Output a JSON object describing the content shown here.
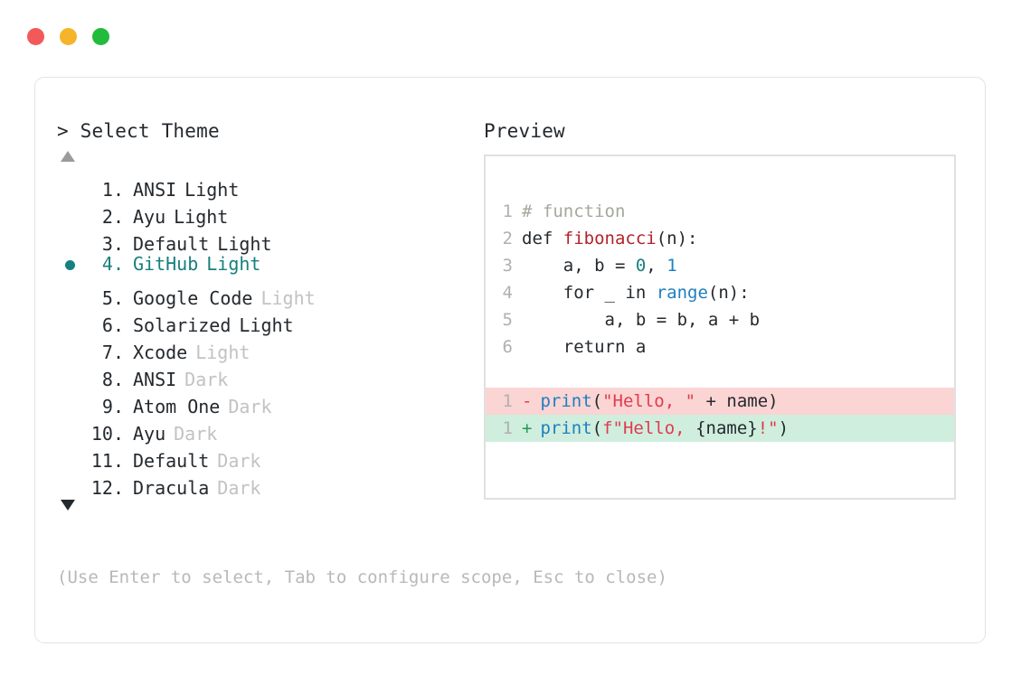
{
  "window": {
    "dots": [
      {
        "name": "close",
        "color": "#f25a5a"
      },
      {
        "name": "minimize",
        "color": "#f5b52a"
      },
      {
        "name": "maximize",
        "color": "#22bb3c"
      }
    ]
  },
  "prompt": {
    "title": "> Select Theme",
    "preview_label": "Preview",
    "scroll_up_icon": "triangle-up",
    "scroll_down_icon": "triangle-down",
    "selected_index": 4,
    "accent_color": "#16807e",
    "footer_hint": "(Use Enter to select, Tab to configure scope, Esc to close)"
  },
  "themes": [
    {
      "index": "1.",
      "name": "ANSI",
      "variant": "Light",
      "dimmed": false,
      "selected": false
    },
    {
      "index": "2.",
      "name": "Ayu",
      "variant": "Light",
      "dimmed": false,
      "selected": false
    },
    {
      "index": "3.",
      "name": "Default",
      "variant": "Light",
      "dimmed": false,
      "selected": false
    },
    {
      "index": "4.",
      "name": "GitHub",
      "variant": "Light",
      "dimmed": false,
      "selected": true
    },
    {
      "index": "5.",
      "name": "Google Code",
      "variant": "Light",
      "dimmed": true,
      "selected": false
    },
    {
      "index": "6.",
      "name": "Solarized",
      "variant": "Light",
      "dimmed": false,
      "selected": false
    },
    {
      "index": "7.",
      "name": "Xcode",
      "variant": "Light",
      "dimmed": true,
      "selected": false
    },
    {
      "index": "8.",
      "name": "ANSI",
      "variant": "Dark",
      "dimmed": true,
      "selected": false
    },
    {
      "index": "9.",
      "name": "Atom One",
      "variant": "Dark",
      "dimmed": true,
      "selected": false
    },
    {
      "index": "10.",
      "name": "Ayu",
      "variant": "Dark",
      "dimmed": true,
      "selected": false
    },
    {
      "index": "11.",
      "name": "Default",
      "variant": "Dark",
      "dimmed": true,
      "selected": false
    },
    {
      "index": "12.",
      "name": "Dracula",
      "variant": "Dark",
      "dimmed": true,
      "selected": false
    }
  ],
  "code": {
    "lines": [
      {
        "no": "1",
        "text": "# function"
      },
      {
        "no": "2",
        "text": "def fibonacci(n):"
      },
      {
        "no": "3",
        "text": "    a, b = 0, 1"
      },
      {
        "no": "4",
        "text": "    for _ in range(n):"
      },
      {
        "no": "5",
        "text": "        a, b = b, a + b"
      },
      {
        "no": "6",
        "text": "    return a"
      }
    ],
    "tokens": {
      "comment": "# function",
      "kw_def": "def ",
      "fn_name": "fibonacci",
      "fn_args": "(n):",
      "l3_pre": "    a, b = ",
      "l3_zero": "0",
      "l3_mid": ", ",
      "l3_one": "1",
      "l4_pre": "    for _ in ",
      "l4_builtin": "range",
      "l4_post": "(n):",
      "l5": "        a, b = b, a + b",
      "l6": "    return a"
    },
    "diff": [
      {
        "no": "1",
        "marker": "-",
        "kind": "del",
        "parts": [
          {
            "t": "print",
            "c": "builtin"
          },
          {
            "t": "(",
            "c": "plain"
          },
          {
            "t": "\"Hello, \"",
            "c": "str"
          },
          {
            "t": " + name)",
            "c": "plain"
          }
        ]
      },
      {
        "no": "1",
        "marker": "+",
        "kind": "add",
        "parts": [
          {
            "t": "print",
            "c": "builtin"
          },
          {
            "t": "(",
            "c": "plain"
          },
          {
            "t": "f\"Hello, ",
            "c": "str"
          },
          {
            "t": "{name}",
            "c": "plain"
          },
          {
            "t": "!\"",
            "c": "str"
          },
          {
            "t": ")",
            "c": "plain"
          }
        ]
      }
    ]
  }
}
